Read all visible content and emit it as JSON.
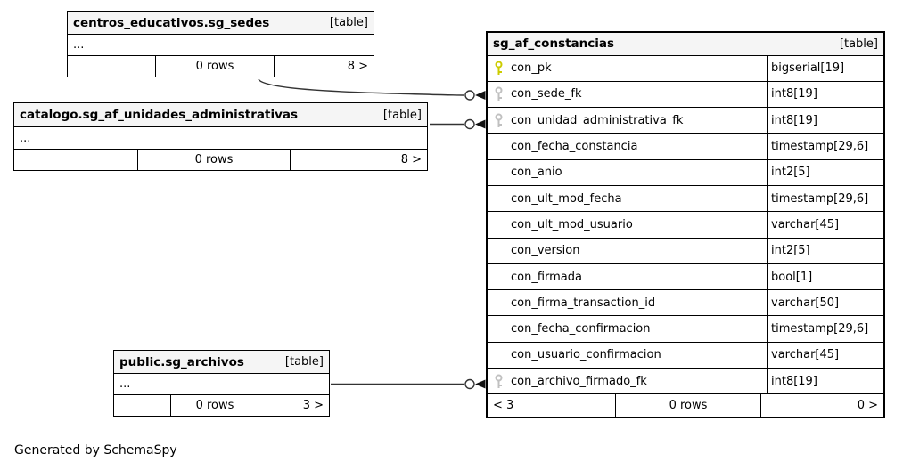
{
  "page": {
    "generated_by": "Generated by SchemaSpy"
  },
  "colors": {
    "pk_key": "#cccc00",
    "fk_key": "#c0c0c0",
    "header_bg": "#f5f5f5",
    "connector": "#333333"
  },
  "tables": [
    {
      "name": "centros_educativos.sg_sedes",
      "tag": "[table]",
      "ellipsis": "...",
      "footer": {
        "center": "0 rows",
        "right": "8 >"
      }
    },
    {
      "name": "catalogo.sg_af_unidades_administrativas",
      "tag": "[table]",
      "ellipsis": "...",
      "footer": {
        "center": "0 rows",
        "right": "8 >"
      }
    },
    {
      "name": "public.sg_archivos",
      "tag": "[table]",
      "ellipsis": "...",
      "footer": {
        "center": "0 rows",
        "right": "3 >"
      }
    }
  ],
  "main_table": {
    "name": "sg_af_constancias",
    "tag": "[table]",
    "columns": [
      {
        "name": "con_pk",
        "type": "bigserial[19]",
        "key": "primary"
      },
      {
        "name": "con_sede_fk",
        "type": "int8[19]",
        "key": "foreign"
      },
      {
        "name": "con_unidad_administrativa_fk",
        "type": "int8[19]",
        "key": "foreign"
      },
      {
        "name": "con_fecha_constancia",
        "type": "timestamp[29,6]",
        "key": "none"
      },
      {
        "name": "con_anio",
        "type": "int2[5]",
        "key": "none"
      },
      {
        "name": "con_ult_mod_fecha",
        "type": "timestamp[29,6]",
        "key": "none"
      },
      {
        "name": "con_ult_mod_usuario",
        "type": "varchar[45]",
        "key": "none"
      },
      {
        "name": "con_version",
        "type": "int2[5]",
        "key": "none"
      },
      {
        "name": "con_firmada",
        "type": "bool[1]",
        "key": "none"
      },
      {
        "name": "con_firma_transaction_id",
        "type": "varchar[50]",
        "key": "none"
      },
      {
        "name": "con_fecha_confirmacion",
        "type": "timestamp[29,6]",
        "key": "none"
      },
      {
        "name": "con_usuario_confirmacion",
        "type": "varchar[45]",
        "key": "none"
      },
      {
        "name": "con_archivo_firmado_fk",
        "type": "int8[19]",
        "key": "foreign"
      }
    ],
    "footer": {
      "left": "< 3",
      "center": "0 rows",
      "right": "0 >"
    }
  }
}
